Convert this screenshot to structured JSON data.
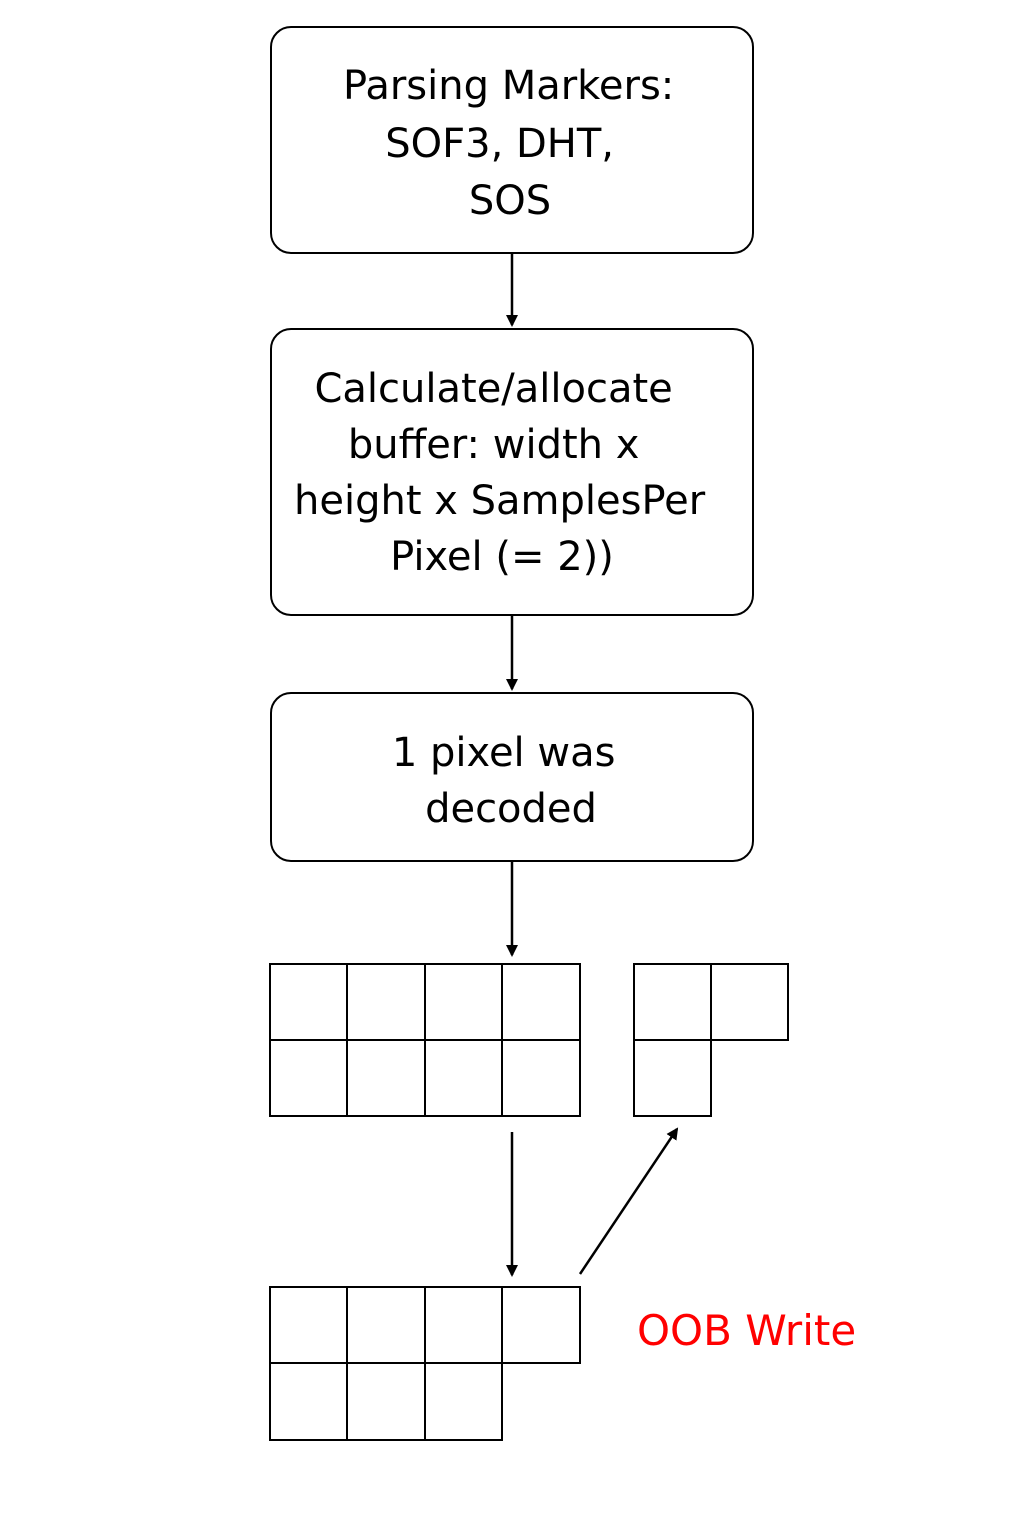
{
  "steps": [
    {
      "id": "parse",
      "lines": [
        "Parsing Markers:",
        "SOF3,  DHT,",
        "SOS"
      ]
    },
    {
      "id": "alloc",
      "lines": [
        "Calculate/allocate",
        "buffer: width x",
        "height x SamplesPer",
        "Pixel (= 2))"
      ]
    },
    {
      "id": "decode",
      "lines": [
        "1 pixel was",
        "decoded"
      ]
    }
  ],
  "oob_label": "OOB Write",
  "colors": {
    "line": "#000000",
    "oob_text": "#ff0000",
    "background": "#ffffff"
  }
}
